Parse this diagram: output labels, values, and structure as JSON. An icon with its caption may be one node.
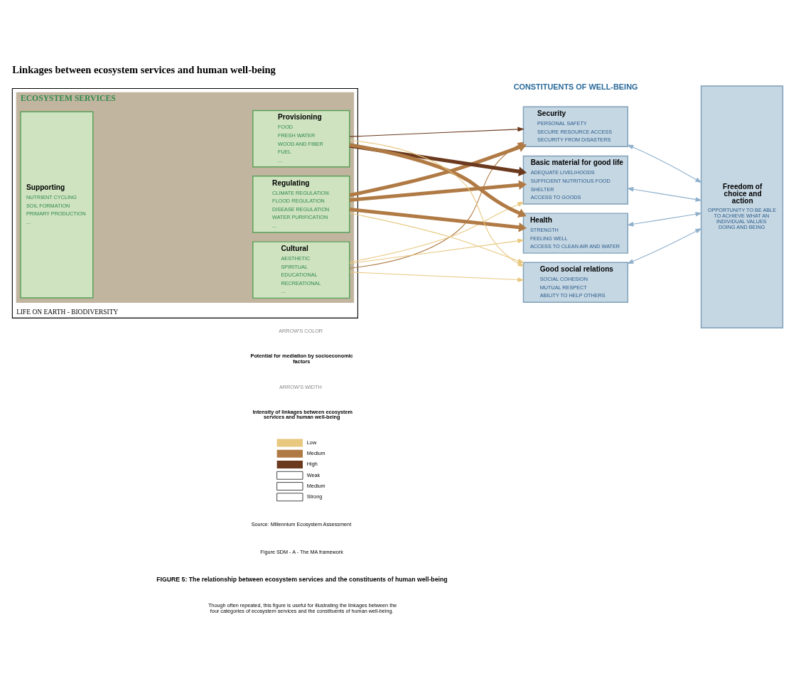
{
  "diagram": {
    "title": "Linkages between ecosystem services and human well-being",
    "caption": "FIGURE 5: The relationship between ecosystem services and the constituents of human well-being",
    "nodes": [
      {
        "text": [
          "LIFE ON EARTH - BIODIVERSITY"
        ]
      },
      {
        "text": [
          "ECOSYSTEM SERVICES"
        ],
        "in": 0
      },
      {
        "text": [
          "Supporting",
          "NUTRIENT CYCLING",
          "SOIL FORMATION",
          "PRIMARY PRODUCTION",
          "..."
        ],
        "in": 1
      },
      {
        "text": [
          "Provisioning",
          "FOOD",
          "FRESH WATER",
          "WOOD AND FIBER",
          "FUEL",
          "..."
        ],
        "in": 1
      },
      {
        "text": [
          "Regulating",
          "CLIMATE REGULATION",
          "FLOOD REGULATION",
          "DISEASE REGULATION",
          "WATER PURIFICATION",
          "..."
        ],
        "in": 1
      },
      {
        "text": [
          "Cultural",
          "AESTHETIC",
          "SPIRITUAL",
          "EDUCATIONAL",
          "RECREATIONAL",
          "..."
        ],
        "in": 1
      },
      {
        "text": [
          "Security",
          "PERSONAL SAFETY",
          "SECURE RESOURCE ACCESS",
          "SECURITY FROM DISASTERS"
        ]
      },
      {
        "text": [
          "Basic material for good life",
          "ADEQUATE LIVELIHOODS",
          "SUFFICIENT NUTRITIOUS FOOD",
          "SHELTER",
          "ACCESS TO GOODS"
        ]
      },
      {
        "text": [
          "Health",
          "STRENGTH",
          "FEELING WELL",
          "ACCESS TO CLEAN AIR AND WATER"
        ]
      },
      {
        "text": [
          "Good social relations",
          "SOCIAL COHESION",
          "MUTUAL RESPECT",
          "ABILITY TO HELP OTHERS"
        ]
      },
      {
        "text": [
          "Freedom of choice and action",
          "OPPORTUNITY TO BE ABLE TO ACHIEVE WHAT AN INDIVIDUAL VALUES DOING AND BEING"
        ]
      }
    ],
    "edges": [
      {
        "from": 3,
        "to": 6,
        "arrow": "to",
        "color": "#6b3a1e"
      },
      {
        "from": 3,
        "to": 7,
        "arrow": "to",
        "style": "thick",
        "color": "#6b3a1e"
      },
      {
        "from": 3,
        "to": 8,
        "arrow": "to",
        "style": "thick",
        "color": "#b07a45"
      },
      {
        "from": 3,
        "to": 9,
        "arrow": "to",
        "color": "#e8c77f"
      },
      {
        "from": 4,
        "to": 6,
        "arrow": "to",
        "style": "thick",
        "color": "#b07a45"
      },
      {
        "from": 4,
        "to": 7,
        "arrow": "to",
        "style": "thick",
        "color": "#b07a45"
      },
      {
        "from": 4,
        "to": 8,
        "arrow": "to",
        "style": "thick",
        "color": "#b07a45"
      },
      {
        "from": 4,
        "to": 9,
        "arrow": "to",
        "color": "#e8c77f"
      },
      {
        "from": 5,
        "to": 6,
        "arrow": "to",
        "color": "#b07a45"
      },
      {
        "from": 5,
        "to": 7,
        "arrow": "to",
        "color": "#e8c77f"
      },
      {
        "from": 5,
        "to": 8,
        "arrow": "to",
        "color": "#e8c77f"
      },
      {
        "from": 5,
        "to": 9,
        "arrow": "to",
        "color": "#e8c77f"
      },
      {
        "from": 6,
        "to": 10,
        "arrow": "both",
        "color": "#8fb0cc"
      },
      {
        "from": 7,
        "to": 10,
        "arrow": "both",
        "color": "#8fb0cc"
      },
      {
        "from": 8,
        "to": 10,
        "arrow": "both",
        "color": "#8fb0cc"
      },
      {
        "from": 9,
        "to": 10,
        "arrow": "both",
        "color": "#8fb0cc"
      }
    ],
    "labels": [
      "CONSTITUENTS OF WELL-BEING",
      "Source: Millennium Ecosystem Assessment",
      "ARROW'S COLOR",
      "Potential for mediation by socioeconomic factors",
      "ARROW'S WIDTH",
      "Intensity of linkages between ecosystem services and human well-being",
      "Figure SDM - A - The MA framework",
      "Though often repeated, this figure is useful for illustrating the linkages between the four categories of ecosystem services and the constituents of human well-being."
    ],
    "legend": [
      {
        "text": "Low",
        "color": "#e8c77f"
      },
      {
        "text": "Medium",
        "color": "#b07a45"
      },
      {
        "text": "High",
        "color": "#6b3a1e"
      },
      {
        "text": "Weak"
      },
      {
        "text": "Medium"
      },
      {
        "text": "Strong"
      }
    ]
  }
}
